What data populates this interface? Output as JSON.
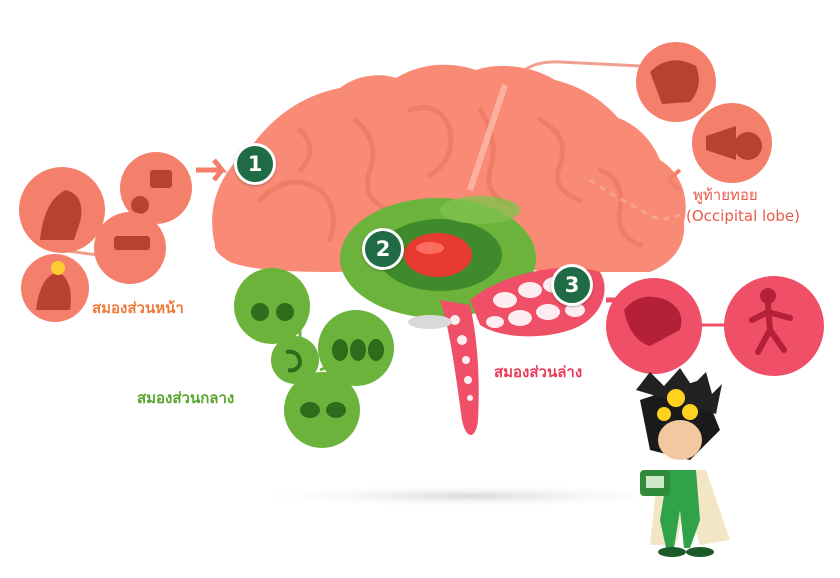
{
  "labels": {
    "forebrain": "สมองส่วนหน้า",
    "midbrain": "สมองส่วนกลาง",
    "hindbrain": "สมองส่วนล่าง",
    "occipital_th": "พูท้ายทอย",
    "occipital_en": "(Occipital lobe)"
  },
  "markers": {
    "one": "1",
    "two": "2",
    "three": "3"
  },
  "colors": {
    "brain": "#f98b76",
    "brain_shade": "#e8705c",
    "forebrain_icon": "#f4806b",
    "forebrain_label": "#f07a3a",
    "midbrain": "#6cb33c",
    "midbrain_label": "#5aa52c",
    "hindbrain": "#ef4f67",
    "hindbrain_label": "#e93c58",
    "marker": "#1e6b45",
    "occipital_label": "#e85a4a"
  },
  "icons": [
    "thinking-head-icon",
    "speaking-face-icon",
    "smelling-face-icon",
    "reading-person-icon",
    "idea-head-icon",
    "watching-face-icon",
    "hearing-ear-icon",
    "eye-movement-icon",
    "surprised-eyes-icon",
    "heart-icon",
    "running-person-icon",
    "arm-movement-icon",
    "yawning-face-icon",
    "seeing-eye-icon",
    "professor-mascot"
  ]
}
